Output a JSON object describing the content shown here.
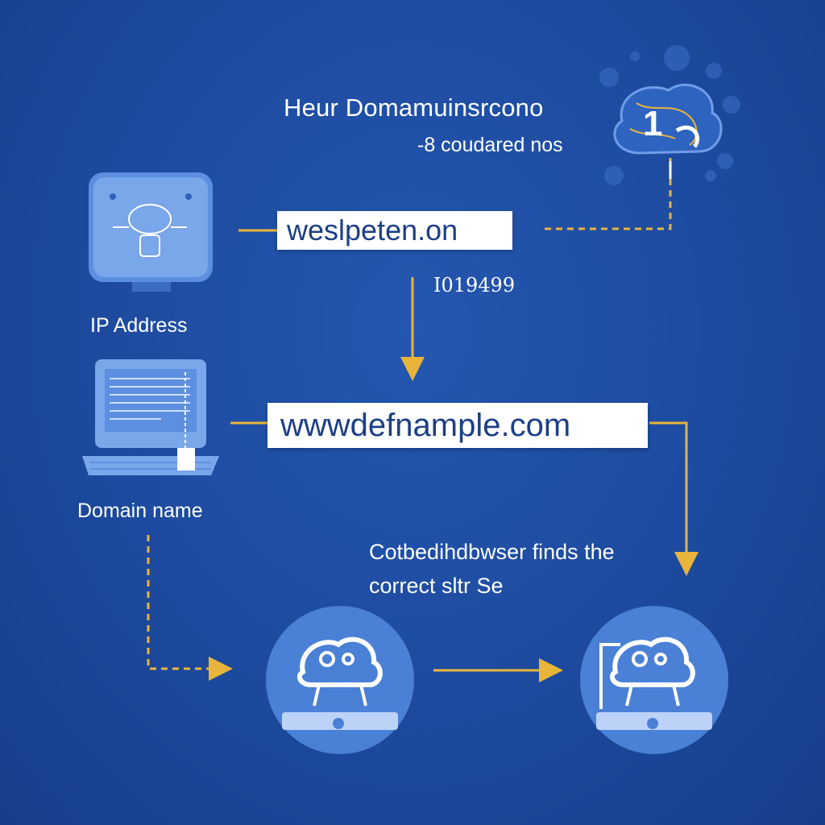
{
  "header": {
    "title": "Heur Domamuinsrcono",
    "subtitle": "-8 coudared nos",
    "badge_number": "1"
  },
  "labels": {
    "ip_address": "IP Address",
    "domain_name": "Domain name",
    "ip_value": "I019499"
  },
  "boxes": {
    "top_domain": "weslpeten.on",
    "main_domain": "wwwdefnample.com"
  },
  "caption": {
    "line1": "Cotbedihdbwser finds the",
    "line2": "correct sltr Se"
  },
  "colors": {
    "background": "#1d4a9e",
    "accent_arrow": "#e8b53a",
    "icon_fill": "#4a80d6",
    "icon_light": "#7aa6ea",
    "box_text": "#1c3f86"
  },
  "icons": [
    "server-icon",
    "laptop-icon",
    "robot-cloud-icon",
    "globe-cloud-icon"
  ]
}
